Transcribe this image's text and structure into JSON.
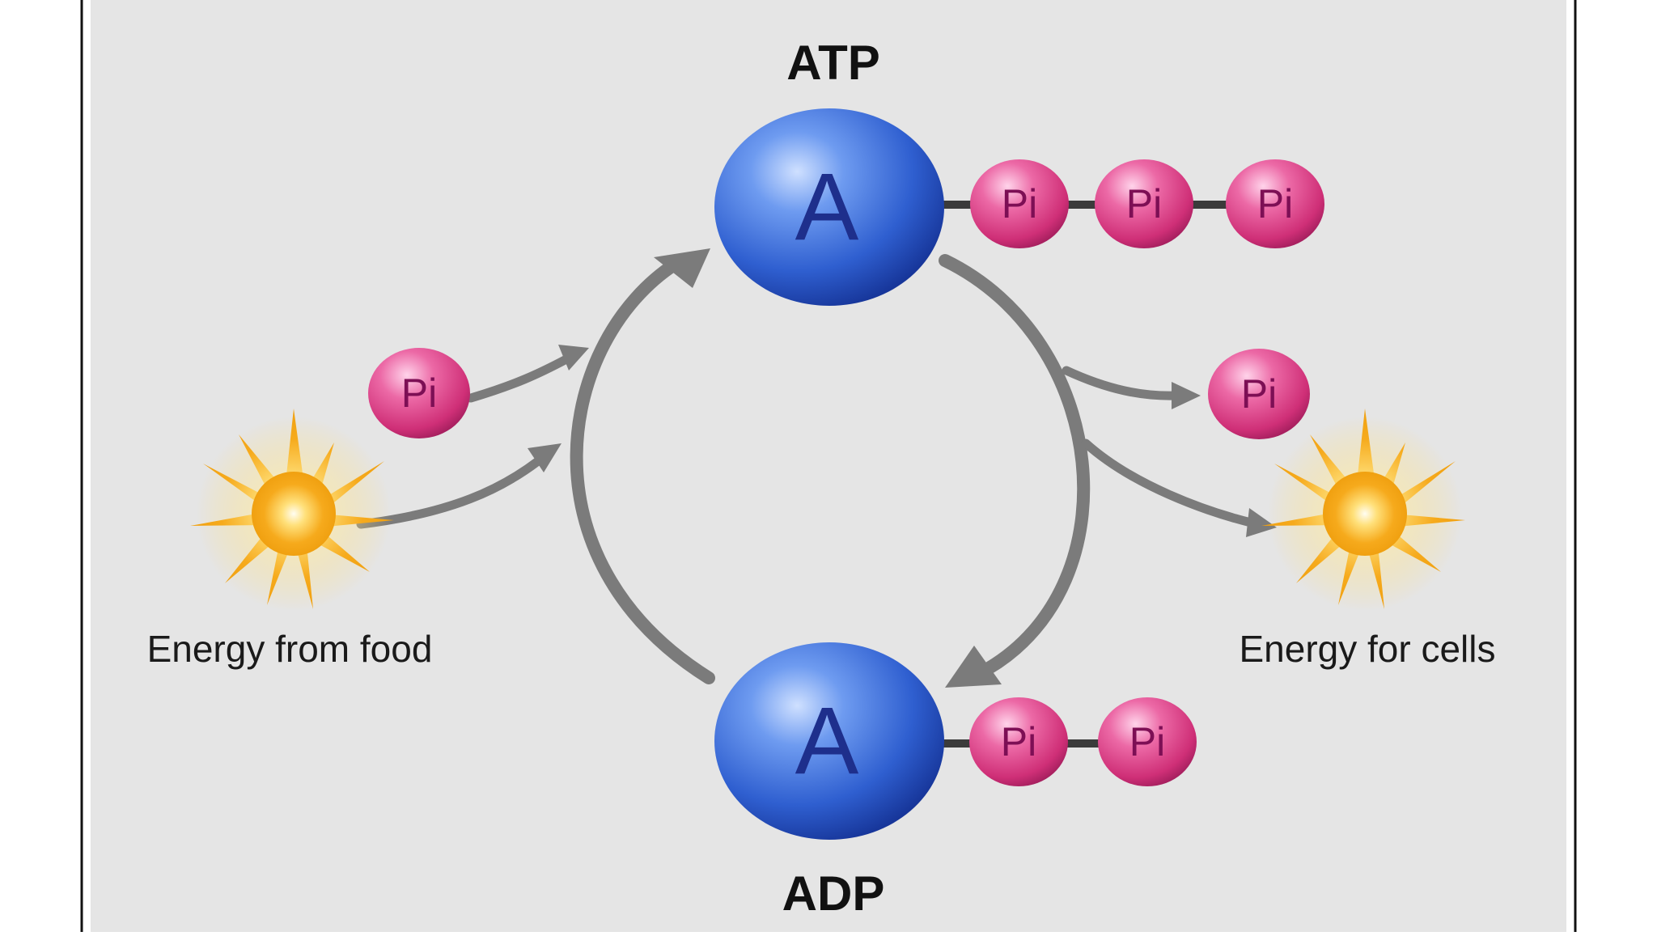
{
  "diagram": {
    "top": {
      "title": "ATP",
      "adenine": "A",
      "phosphates": [
        "Pi",
        "Pi",
        "Pi"
      ]
    },
    "bottom": {
      "title": "ADP",
      "adenine": "A",
      "phosphates": [
        "Pi",
        "Pi"
      ]
    },
    "left": {
      "phosphate": "Pi",
      "caption": "Energy from food"
    },
    "right": {
      "phosphate": "Pi",
      "caption": "Energy for cells"
    },
    "colors": {
      "adenine": "#2f5fd0",
      "phosphate": "#d0337a",
      "arrow": "#7b7b7b",
      "energy_burst": "#f5a81c",
      "panel": "#e5e5e5"
    },
    "icons": {
      "energy": "sun-burst-icon"
    }
  }
}
